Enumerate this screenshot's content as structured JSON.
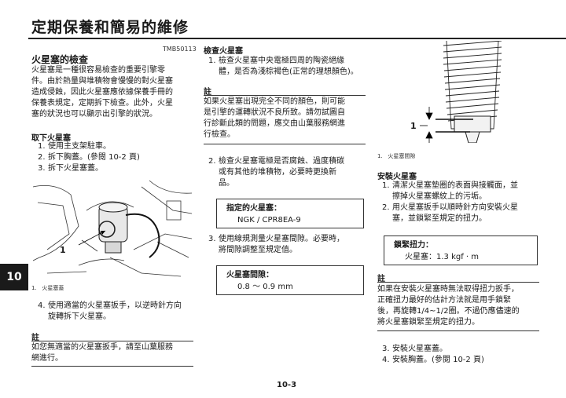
{
  "header": {
    "title": "定期保養和簡易的維修",
    "chapter_tab": "10"
  },
  "left": {
    "code": "TMB50113",
    "heading": "火星塞的檢查",
    "intro": [
      "火星塞是一種很容易檢查的重要引擎零",
      "件。由於熱量與堆積物會慢慢的對火星塞",
      "造成侵蝕，因此火星塞應依據保養手冊的",
      "保養表規定，定期拆下檢查。此外，火星",
      "塞的狀況也可以顯示出引擎的狀況。"
    ],
    "remove_heading": "取下火星塞",
    "remove_steps": [
      {
        "num": "1.",
        "text": "使用主支架駐車。"
      },
      {
        "num": "2.",
        "text": "拆下胸蓋。(參閱 10-2 頁)"
      },
      {
        "num": "3.",
        "text": "拆下火星塞蓋。"
      }
    ],
    "figure_callout": "1",
    "figure_caption_num": "1.",
    "figure_caption": "火星塞蓋",
    "step4": {
      "num": "4.",
      "lines": [
        "使用適當的火星塞扳手，以逆時針方向",
        "旋轉拆下火星塞。"
      ]
    },
    "note_label": "註",
    "note_lines": [
      "如您無適當的火星塞扳手，請至山葉服務",
      "網進行。"
    ]
  },
  "middle": {
    "inspect_heading": "檢查火星塞",
    "step1": {
      "num": "1.",
      "lines": [
        "檢查火星塞中央電極四周的陶瓷絕緣",
        "體，是否為淺棕褐色(正常的理想顏色)。"
      ]
    },
    "note_label": "註",
    "note_lines": [
      "如果火星塞出現完全不同的顏色，則可能",
      "是引擎的運轉狀況不良所致。請勿試圖自",
      "行診斷此類的問題，應交由山葉服務網進",
      "行檢查。"
    ],
    "step2": {
      "num": "2.",
      "lines": [
        "檢查火星塞電極是否腐蝕、過度積碳",
        "或有其他的堆積物，必要時更換新",
        "品。"
      ]
    },
    "spec_plug": {
      "label": "指定的火星塞：",
      "value": "NGK / CPR8EA-9"
    },
    "step3": {
      "num": "3.",
      "lines": [
        "使用線規測量火星塞間隙。必要時，",
        "將間隙調整至規定值。"
      ]
    },
    "spec_gap": {
      "label": "火星塞間隙：",
      "value": "0.8 ～ 0.9 mm"
    },
    "page_number": "10-3"
  },
  "right": {
    "figure_callout": "1",
    "figure_caption_num": "1.",
    "figure_caption": "火星塞間隙",
    "install_heading": "安裝火星塞",
    "install_steps": [
      {
        "num": "1.",
        "lines": [
          "清潔火星塞墊圈的表面與接觸面，並",
          "擦掉火星塞螺紋上的污垢。"
        ]
      },
      {
        "num": "2.",
        "lines": [
          "用火星塞扳手以順時針方向安裝火星",
          "塞，並鎖緊至規定的扭力。"
        ]
      }
    ],
    "torque_box": {
      "label": "鎖緊扭力：",
      "value": "火星塞：1.3 kgf · m"
    },
    "note_label": "註",
    "note_lines": [
      "如果在安裝火星塞時無法取得扭力扳手，",
      "正確扭力最好的估計方法就是用手鎖緊",
      "後，再旋轉1/4~1/2圈。不過仍應儘速的",
      "將火星塞鎖緊至規定的扭力。"
    ],
    "final_steps": [
      {
        "num": "3.",
        "text": "安裝火星塞蓋。"
      },
      {
        "num": "4.",
        "text": "安裝胸蓋。(參閱 10-2 頁)"
      }
    ]
  }
}
